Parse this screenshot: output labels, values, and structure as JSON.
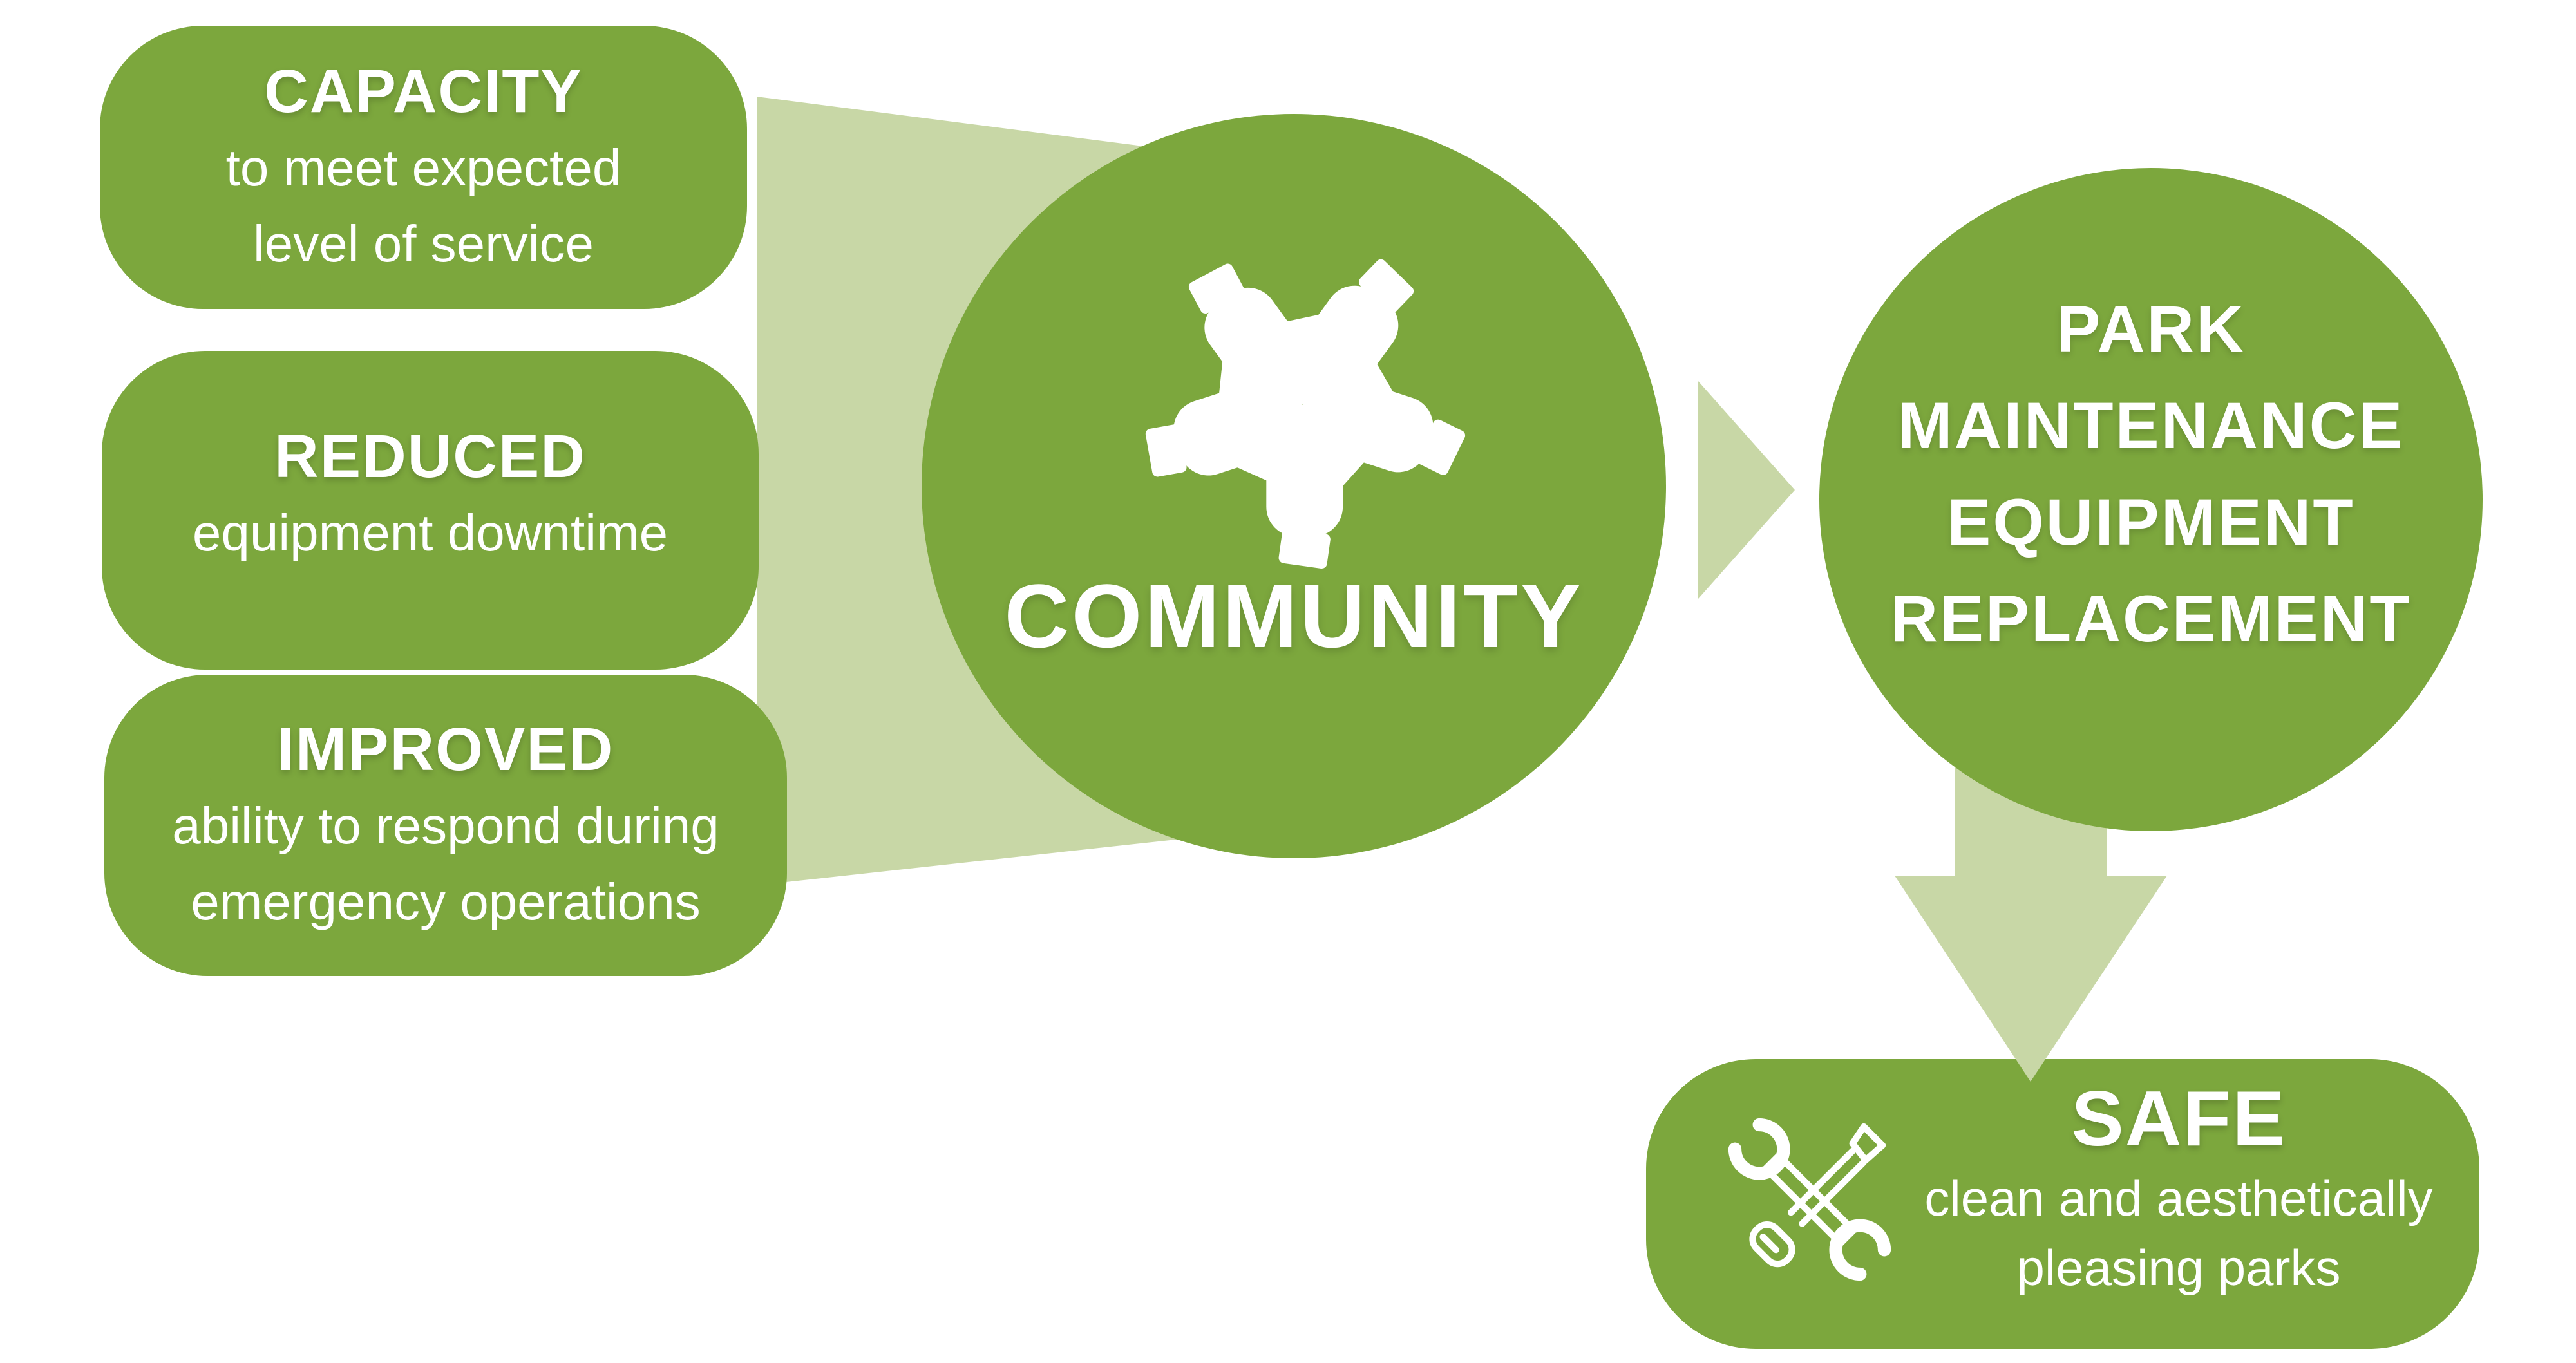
{
  "diagram": {
    "type": "flow-infographic",
    "colors": {
      "primary_green": "#7CA73D",
      "light_green": "#C8D7A6",
      "text": "#FFFFFF",
      "background": "#FFFFFF"
    },
    "inputs": [
      {
        "title": "CAPACITY",
        "lines": [
          "to meet expected",
          "level of service"
        ]
      },
      {
        "title": "REDUCED",
        "lines": [
          "equipment downtime"
        ]
      },
      {
        "title": "IMPROVED",
        "lines": [
          "ability to respond during",
          "emergency operations"
        ]
      }
    ],
    "hub": {
      "label": "COMMUNITY",
      "icon": "five-hands-circle-icon"
    },
    "connectors": {
      "funnel": "funnel-from-inputs-to-community",
      "arrow_right": "community-to-park-maintenance",
      "arrow_down": "park-maintenance-to-safe"
    },
    "outcome": {
      "lines": [
        "PARK",
        "MAINTENANCE",
        "EQUIPMENT",
        "REPLACEMENT"
      ]
    },
    "result": {
      "title": "SAFE",
      "lines": [
        "clean and aesthetically",
        "pleasing parks"
      ],
      "icon": "wrench-screwdriver-icon"
    }
  }
}
